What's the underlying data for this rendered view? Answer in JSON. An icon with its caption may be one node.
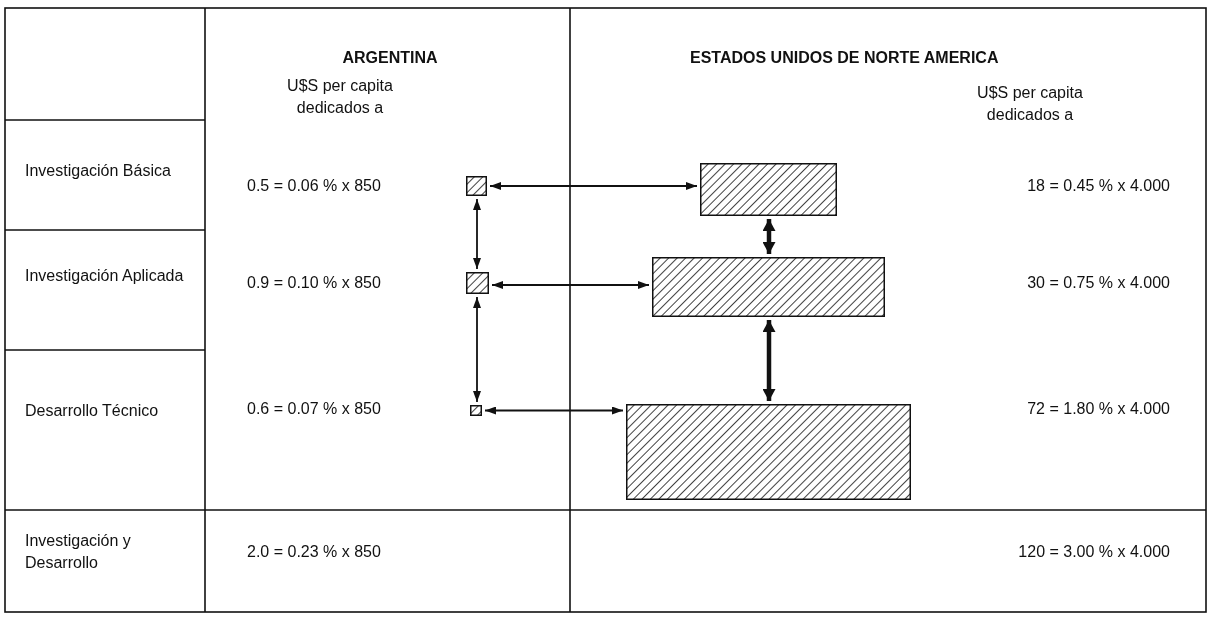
{
  "diagram": {
    "nodes": [
      {
        "text": [],
        "shape": "box"
      },
      {
        "text": [],
        "shape": "box"
      },
      {
        "text": [],
        "shape": "box"
      },
      {
        "text": [],
        "shape": "box"
      },
      {
        "text": [],
        "shape": "box"
      },
      {
        "text": [],
        "shape": "box"
      }
    ],
    "edges": [
      {
        "from": 0,
        "to": 1,
        "arrow": "both"
      },
      {
        "from": 0,
        "to": 2,
        "arrow": "both"
      },
      {
        "from": 1,
        "to": 3,
        "arrow": "both",
        "style": "thick"
      },
      {
        "from": 2,
        "to": 3,
        "arrow": "both"
      },
      {
        "from": 2,
        "to": 4,
        "arrow": "both"
      },
      {
        "from": 3,
        "to": 5,
        "arrow": "both",
        "style": "thick"
      },
      {
        "from": 4,
        "to": 5,
        "arrow": "both"
      }
    ],
    "labels": [
      "ARGENTINA",
      "ESTADOS UNIDOS DE NORTE AMERICA",
      "U$S per capita dedicados a",
      "U$S per capita dedicados a",
      "Investigación Básica",
      "0.5 = 0.06 % x 850",
      "18 = 0.45 % x 4.000",
      "Investigación Aplicada",
      "0.9 = 0.10 % x 850",
      "30 = 0.75 % x 4.000",
      "Desarrollo Técnico",
      "0.6 = 0.07 % x 850",
      "72 = 1.80 % x 4.000",
      "Investigación y Desarrollo",
      "2.0 = 0.23 % x 850",
      "120 = 3.00 % x 4.000"
    ]
  }
}
